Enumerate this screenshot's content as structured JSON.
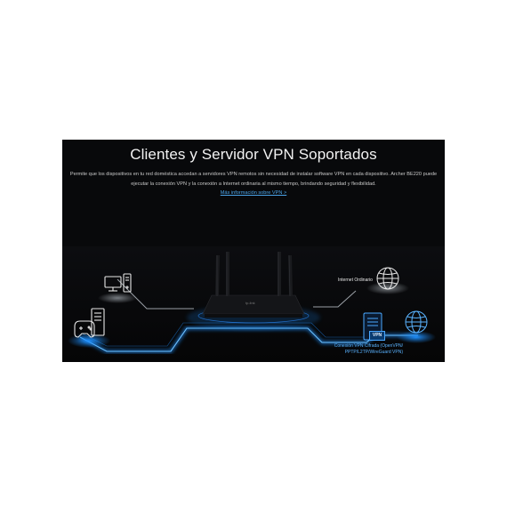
{
  "banner": {
    "title": "Clientes y Servidor VPN Soportados",
    "description_line1": "Permite que los dispositivos en tu red doméstica accedan a servidores VPN remotos sin necesidad de instalar software VPN en cada dispositivo. Archer BE220 puede",
    "description_line2": "ejecutar la conexión VPN y la conexión a Internet ordinaria al mismo tiempo, brindando seguridad y flexibilidad.",
    "link_text": "Más información sobre VPN >",
    "internet_label": "Internet Ordinario",
    "vpn_tag": "VPN",
    "vpn_protocols_line1": "Conexión VPN Cifrada (OpenVPN/",
    "vpn_protocols_line2": "PPTP/L2TP/WireGuard VPN)",
    "router_brand": "tp-link"
  },
  "colors": {
    "background": "#08090b",
    "accent_blue": "#1e90ff",
    "link": "#4aa3e8"
  },
  "icons": [
    "desktop-computer-icon",
    "game-console-icon",
    "router-icon",
    "globe-icon",
    "vpn-server-icon"
  ]
}
